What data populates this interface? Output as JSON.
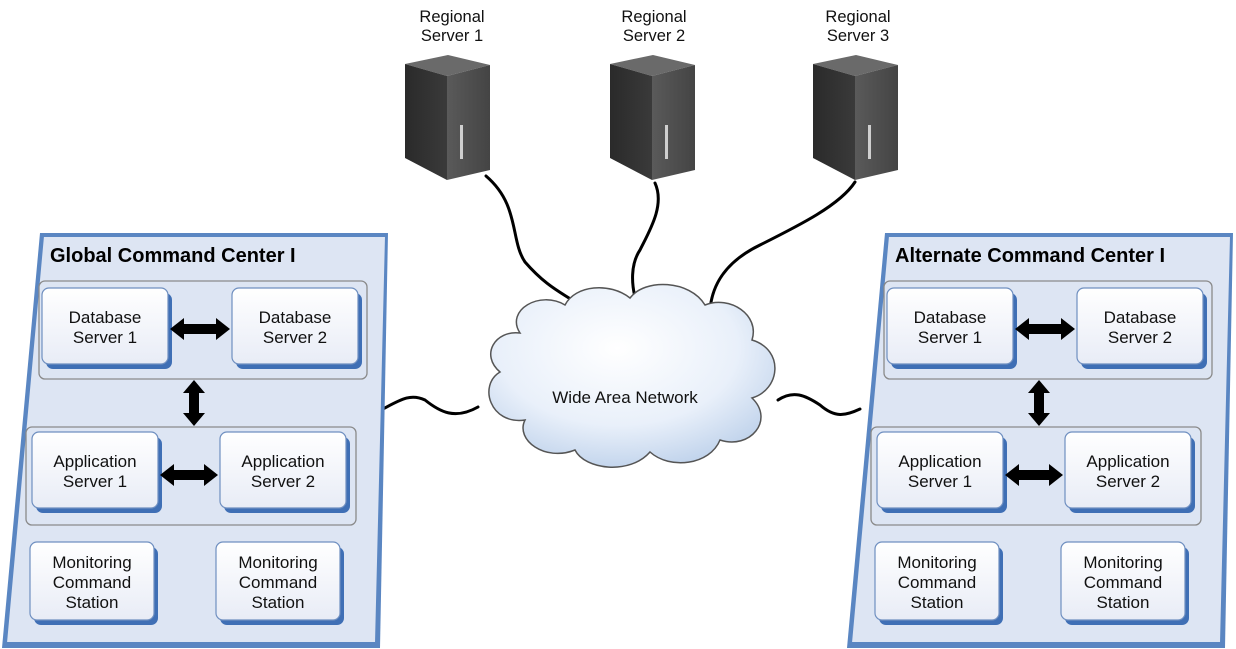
{
  "colors": {
    "panel_fill": "#dde5f3",
    "panel_stroke": "#5a86c2",
    "node_fill": "#f3f5fb",
    "node_shadow": "#3f6fb5",
    "server_body": "#2c2c2c",
    "cloud_fill": "#e6eef8",
    "arrow": "#000000"
  },
  "regional_servers": [
    {
      "line1": "Regional",
      "line2": "Server 1",
      "icon": "server-tower-icon"
    },
    {
      "line1": "Regional",
      "line2": "Server 2",
      "icon": "server-tower-icon"
    },
    {
      "line1": "Regional",
      "line2": "Server 3",
      "icon": "server-tower-icon"
    }
  ],
  "wan": {
    "label": "Wide Area Network",
    "icon": "cloud-icon"
  },
  "centers": [
    {
      "title": "Global Command Center I",
      "db1": [
        "Database",
        "Server 1"
      ],
      "db2": [
        "Database",
        "Server 2"
      ],
      "app1": [
        "Application",
        "Server 1"
      ],
      "app2": [
        "Application",
        "Server 2"
      ],
      "mon1": [
        "Monitoring",
        "Command",
        "Station"
      ],
      "mon2": [
        "Monitoring",
        "Command",
        "Station"
      ]
    },
    {
      "title": "Alternate Command Center I",
      "db1": [
        "Database",
        "Server 1"
      ],
      "db2": [
        "Database",
        "Server 2"
      ],
      "app1": [
        "Application",
        "Server 1"
      ],
      "app2": [
        "Application",
        "Server 2"
      ],
      "mon1": [
        "Monitoring",
        "Command",
        "Station"
      ],
      "mon2": [
        "Monitoring",
        "Command",
        "Station"
      ]
    }
  ]
}
